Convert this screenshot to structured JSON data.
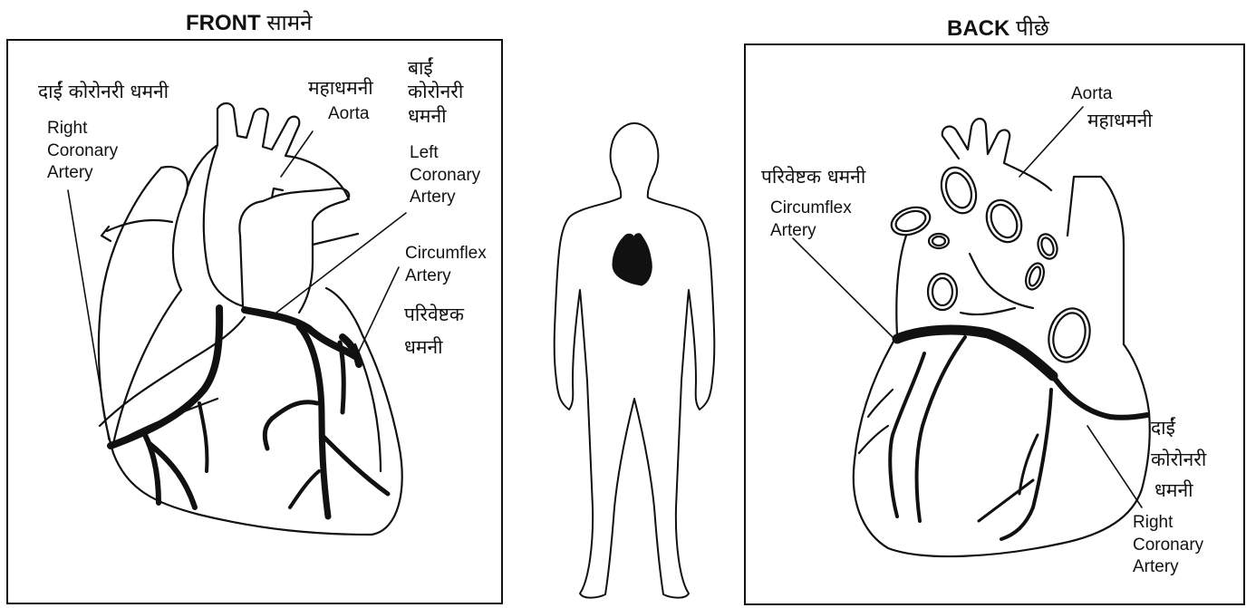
{
  "front": {
    "title_en": "FRONT",
    "title_hi": "सामने",
    "labels": {
      "right_coronary_hi": "दाईं कोरोनरी धमनी",
      "right_coronary_en_1": "Right",
      "right_coronary_en_2": "Coronary",
      "right_coronary_en_3": "Artery",
      "aorta_hi": "महाधमनी",
      "aorta_en": "Aorta",
      "left_coronary_hi_1": "बाईं",
      "left_coronary_hi_2": "कोरोनरी",
      "left_coronary_hi_3": "धमनी",
      "left_coronary_en_1": "Left",
      "left_coronary_en_2": "Coronary",
      "left_coronary_en_3": "Artery",
      "circumflex_en_1": "Circumflex",
      "circumflex_en_2": "Artery",
      "circumflex_hi_1": "परिवेष्टक",
      "circumflex_hi_2": "धमनी"
    }
  },
  "back": {
    "title_en": "BACK",
    "title_hi": "पीछे",
    "labels": {
      "aorta_en": "Aorta",
      "aorta_hi": "महाधमनी",
      "circumflex_hi": "परिवेष्टक धमनी",
      "circumflex_en_1": "Circumflex",
      "circumflex_en_2": "Artery",
      "right_coronary_hi_1": "दाईं",
      "right_coronary_hi_2": "कोरोनरी",
      "right_coronary_hi_3": "धमनी",
      "right_coronary_en_1": "Right",
      "right_coronary_en_2": "Coronary",
      "right_coronary_en_3": "Artery"
    }
  },
  "colors": {
    "ink": "#111111",
    "paper": "#ffffff"
  }
}
